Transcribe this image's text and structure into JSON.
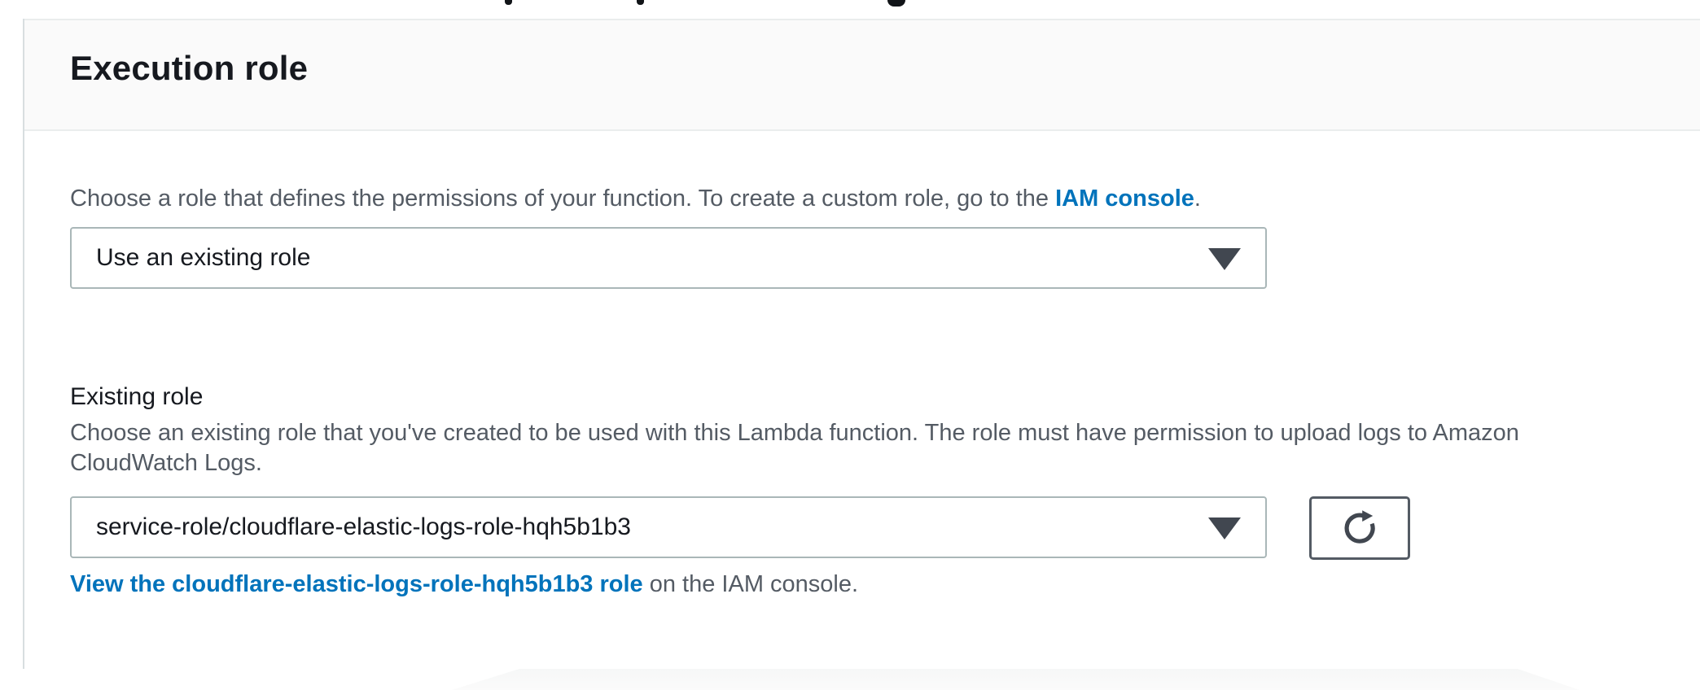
{
  "section": {
    "title": "Execution role",
    "intro": {
      "before": "Choose a role that defines the permissions of your function. To create a custom role, go to the ",
      "link_label": "IAM console",
      "after": "."
    },
    "role_source_select": {
      "value": "Use an existing role"
    },
    "existing_role": {
      "label": "Existing role",
      "description": "Choose an existing role that you've created to be used with this Lambda function. The role must have permission to upload logs to Amazon CloudWatch Logs.",
      "select_value": "service-role/cloudflare-elastic-logs-role-hqh5b1b3"
    },
    "view_role_line": {
      "link_label": "View the cloudflare-elastic-logs-role-hqh5b1b3 role",
      "suffix": " on the IAM console."
    }
  },
  "icons": {
    "caret_down": "▼",
    "refresh": "↻"
  },
  "colors": {
    "link_blue": "#0073bb",
    "heading_text": "#16191f",
    "secondary_text": "#545b64",
    "select_border": "#aab7b8",
    "panel_border": "#eaeded",
    "header_background": "#fafafa"
  }
}
